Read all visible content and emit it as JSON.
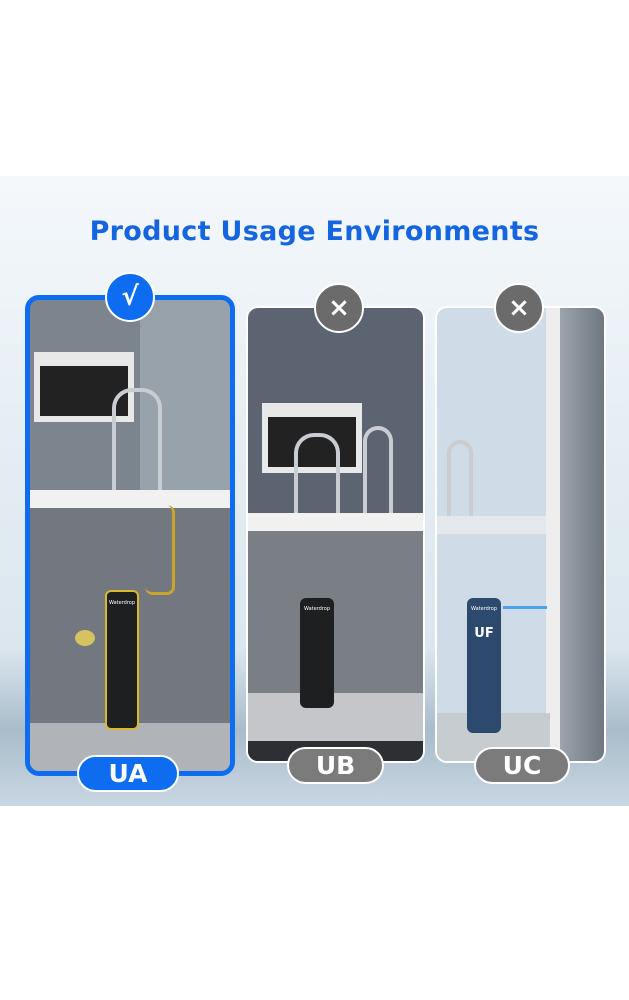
{
  "title": "Product Usage Environments",
  "panels": [
    {
      "label": "UA",
      "status": "√",
      "status_icon": "check-icon",
      "filter_brand": "Waterdrop"
    },
    {
      "label": "UB",
      "status": "×",
      "status_icon": "cross-icon",
      "filter_brand": "Waterdrop"
    },
    {
      "label": "UC",
      "status": "×",
      "status_icon": "cross-icon",
      "filter_brand": "Waterdrop",
      "filter_type": "UF"
    }
  ],
  "colors": {
    "accent": "#0d6cf0",
    "disabled": "#6b6b6b",
    "title": "#1565e0"
  }
}
